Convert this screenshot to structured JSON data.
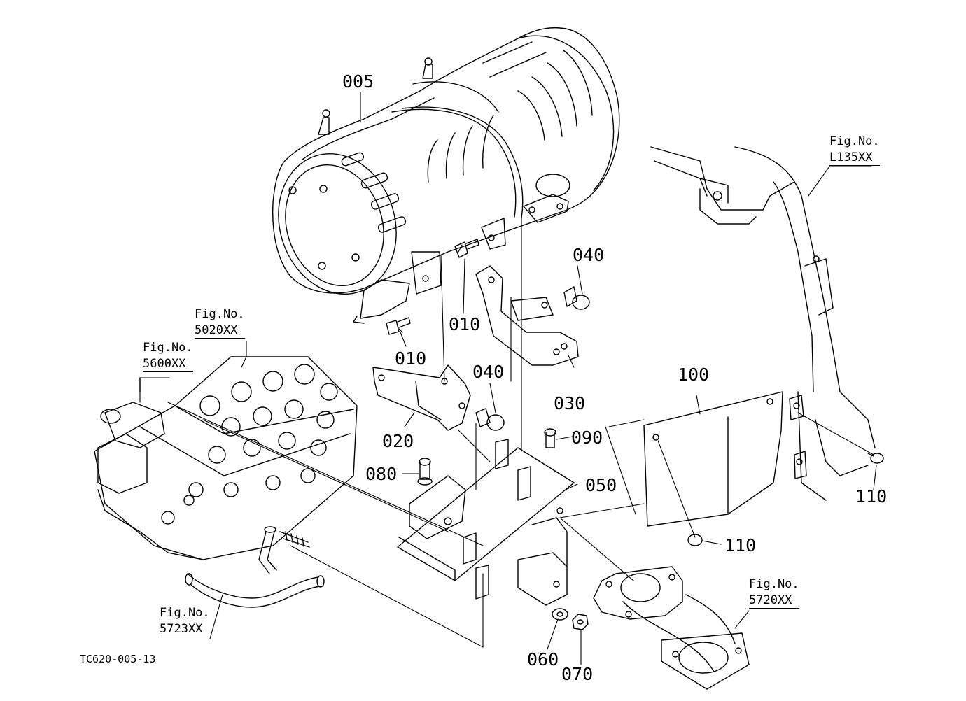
{
  "drawing_code": "TC620-005-13",
  "parts": {
    "p005": "005",
    "p010a": "010",
    "p010b": "010",
    "p020": "020",
    "p030": "030",
    "p040a": "040",
    "p040b": "040",
    "p050": "050",
    "p060": "060",
    "p070": "070",
    "p080": "080",
    "p090": "090",
    "p100": "100",
    "p110a": "110",
    "p110b": "110"
  },
  "figure_refs": {
    "fig_prefix": "Fig.No.",
    "f5020": "5020XX",
    "f5600": "5600XX",
    "fL135": "L135XX",
    "f5723": "5723XX",
    "f5720": "5720XX"
  }
}
